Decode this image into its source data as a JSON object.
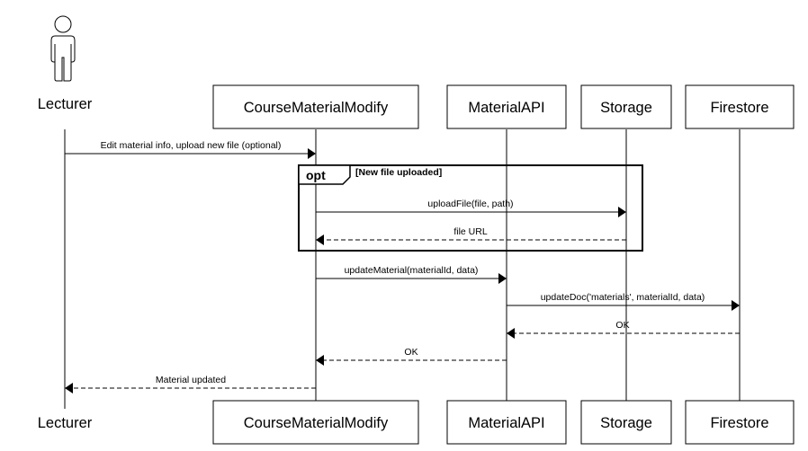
{
  "participants": [
    {
      "id": "lecturer",
      "label": "Lecturer",
      "kind": "actor"
    },
    {
      "id": "cmm",
      "label": "CourseMaterialModify",
      "kind": "box"
    },
    {
      "id": "api",
      "label": "MaterialAPI",
      "kind": "box"
    },
    {
      "id": "storage",
      "label": "Storage",
      "kind": "box"
    },
    {
      "id": "firestore",
      "label": "Firestore",
      "kind": "box"
    }
  ],
  "fragment": {
    "operator": "opt",
    "guard": "[New file uploaded]"
  },
  "messages": [
    {
      "from": "lecturer",
      "to": "cmm",
      "label": "Edit material info, upload new file (optional)",
      "style": "solid"
    },
    {
      "from": "cmm",
      "to": "storage",
      "label": "uploadFile(file, path)",
      "style": "solid"
    },
    {
      "from": "storage",
      "to": "cmm",
      "label": "file URL",
      "style": "dashed"
    },
    {
      "from": "cmm",
      "to": "api",
      "label": "updateMaterial(materialId, data)",
      "style": "solid"
    },
    {
      "from": "api",
      "to": "firestore",
      "label": "updateDoc('materials', materialId, data)",
      "style": "solid"
    },
    {
      "from": "firestore",
      "to": "api",
      "label": "OK",
      "style": "dashed"
    },
    {
      "from": "api",
      "to": "cmm",
      "label": "OK",
      "style": "dashed"
    },
    {
      "from": "cmm",
      "to": "lecturer",
      "label": "Material updated",
      "style": "dashed"
    }
  ]
}
